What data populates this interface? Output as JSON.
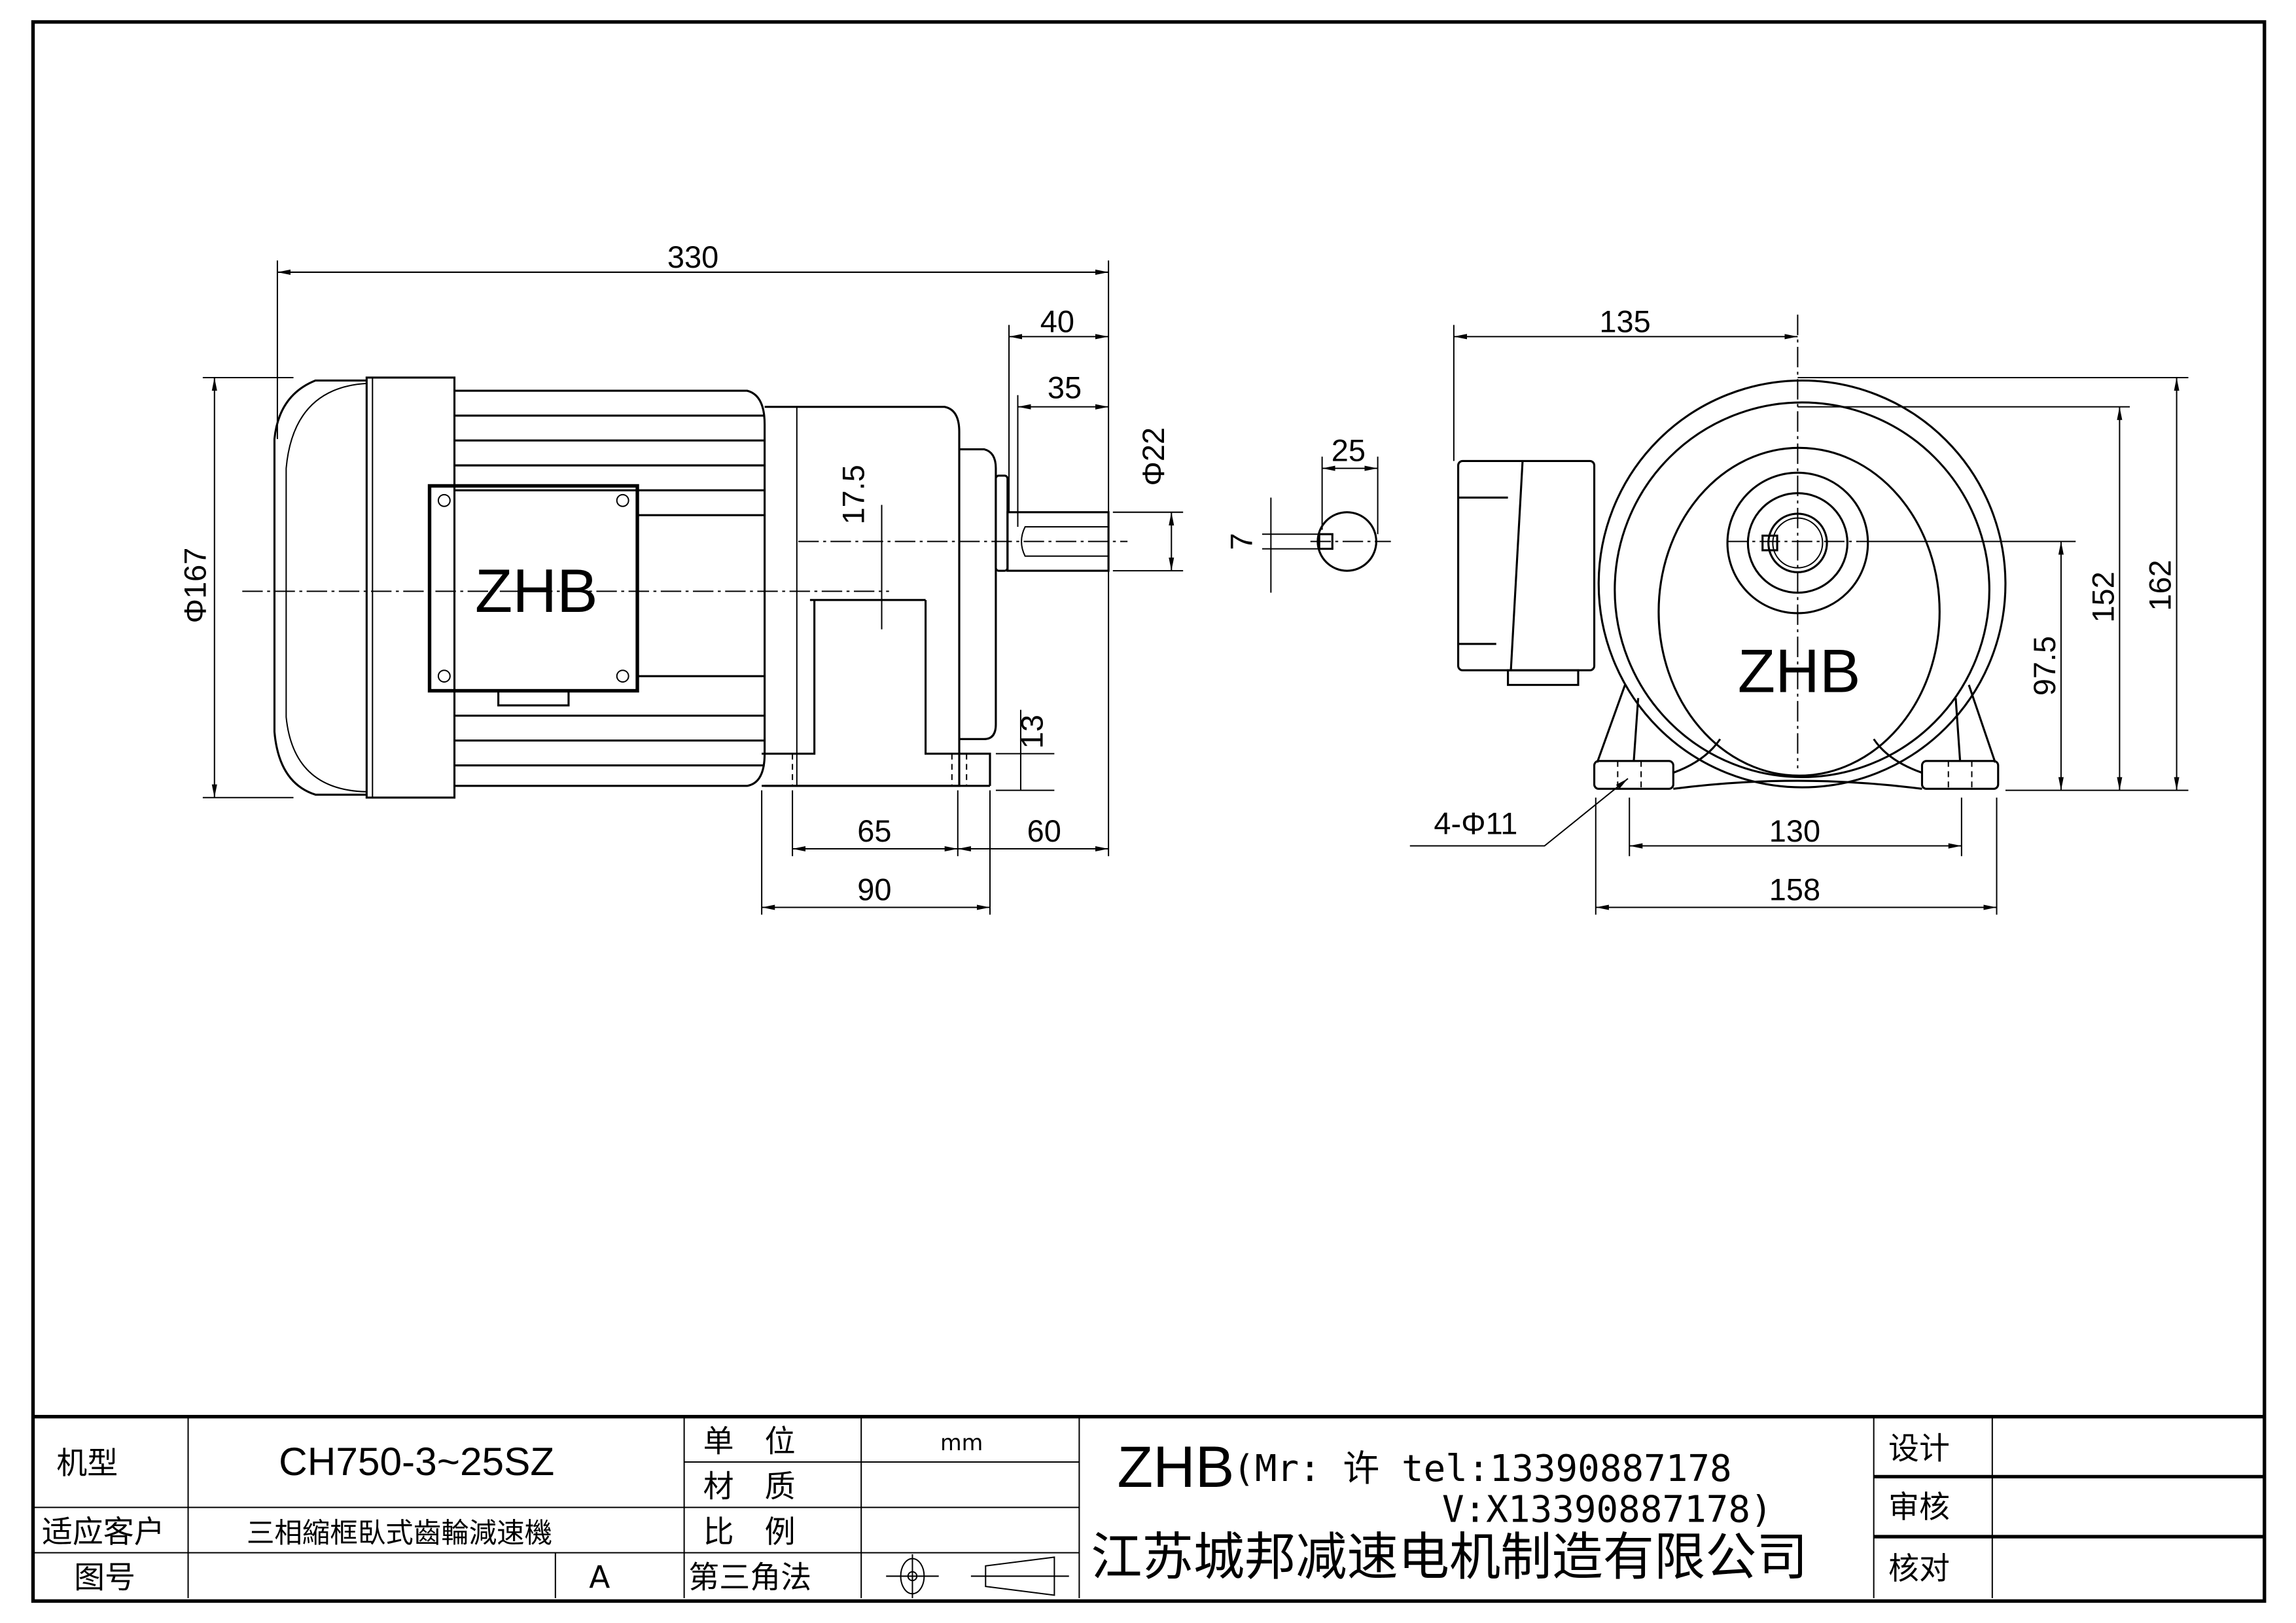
{
  "drawing": {
    "logo_side": "ZHB",
    "logo_front": "ZHB",
    "dimensions": {
      "overall_length": "330",
      "shaft_length": "40",
      "key_length": "35",
      "shaft_diameter": "Φ22",
      "shaft_offset": "17.5",
      "motor_diameter": "Φ167",
      "foot_height": "13",
      "foot_spacing": "65",
      "foot_to_shaft_end": "60",
      "foot_length": "90",
      "key_width_view": "25",
      "key_width": "7",
      "front_width_to_center": "135",
      "center_height": "97.5",
      "gear_height": "152",
      "overall_height": "162",
      "mount_hole_spacing": "130",
      "base_width": "158",
      "mount_holes": "4-Φ11"
    }
  },
  "title_block": {
    "model_label": "机型",
    "model_value": "CH750-3~25SZ",
    "customer_label": "适应客户",
    "customer_value": "三相縮框臥式齒輪減速機",
    "drawing_no_label": "图号",
    "drawing_no_rev": "A",
    "unit_label": "单　位",
    "unit_value": "mm",
    "material_label": "材　质",
    "scale_label": "比　例",
    "projection_label": "第三角法",
    "brand": "ZHB",
    "contact_line1": "(Mr: 许 tel:13390887178",
    "contact_line2": "V:X13390887178)",
    "company": "江苏城邦减速电机制造有限公司",
    "design_label": "设计",
    "review_label": "审核",
    "check_label": "核对"
  }
}
